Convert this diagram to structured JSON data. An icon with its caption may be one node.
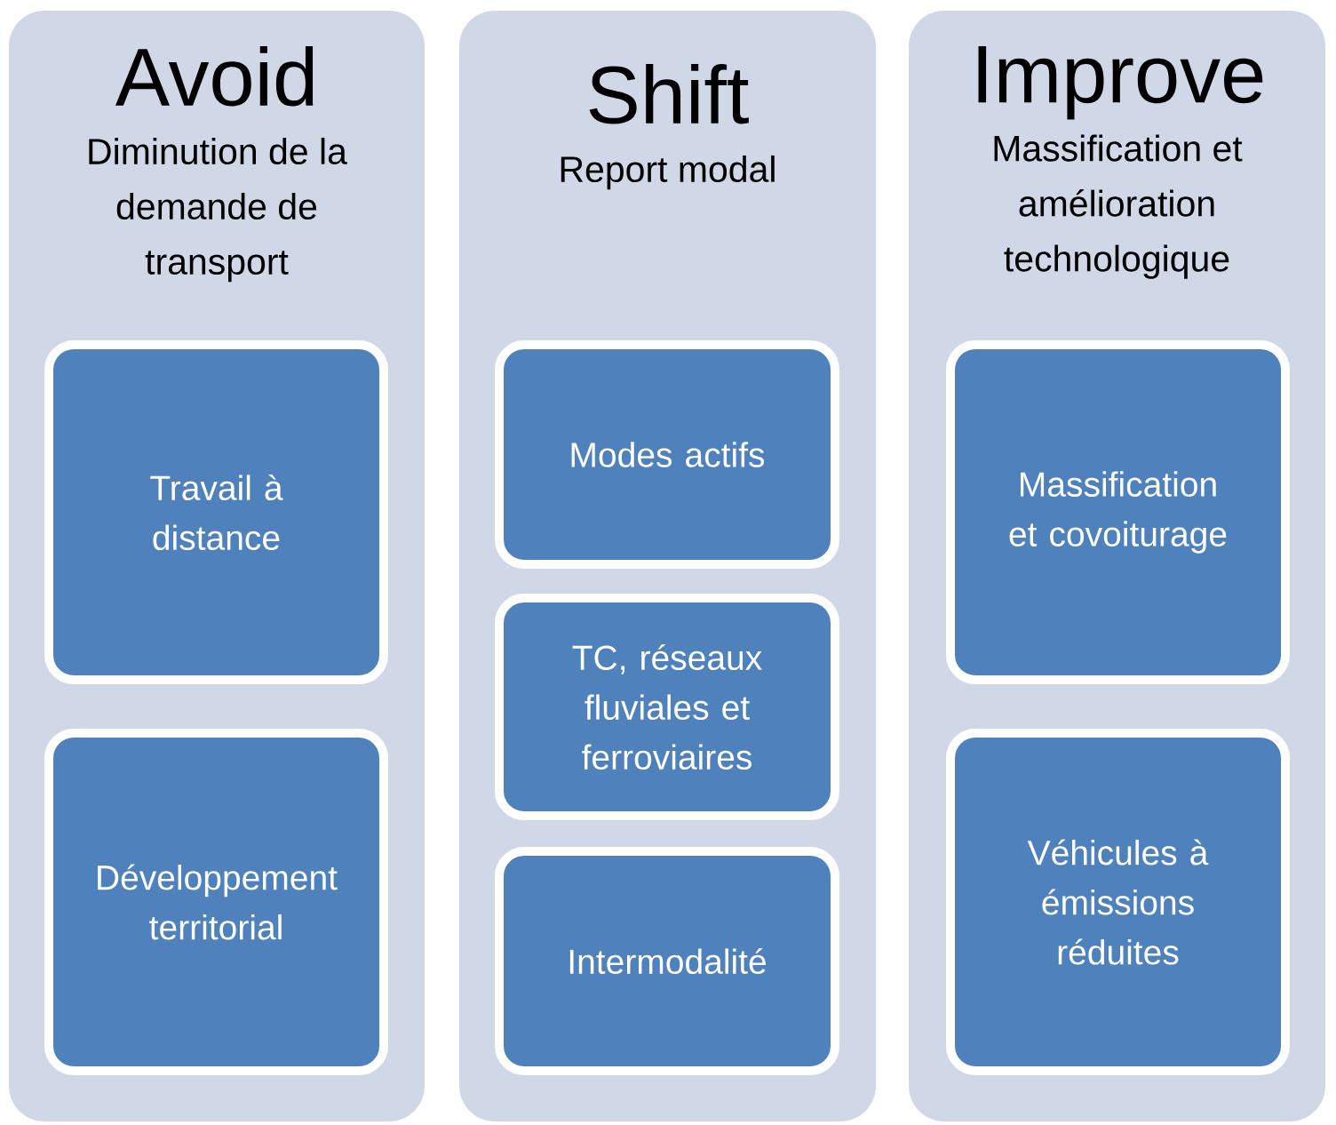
{
  "diagram": {
    "nodes": [
      {
        "text": [
          "Avoid",
          "Diminution de la demande de transport"
        ]
      },
      {
        "text": [
          "Travail à distance"
        ],
        "in": 0
      },
      {
        "text": [
          "Développement territorial"
        ],
        "in": 0
      },
      {
        "text": [
          "Shift",
          "Report modal"
        ]
      },
      {
        "text": [
          "Modes actifs"
        ],
        "in": 3
      },
      {
        "text": [
          "TC, réseaux fluviales et ferroviaires"
        ],
        "in": 3
      },
      {
        "text": [
          "Intermodalité"
        ],
        "in": 3
      },
      {
        "text": [
          "Improve",
          "Massification et amélioration technologique"
        ]
      },
      {
        "text": [
          "Massification et covoiturage"
        ],
        "in": 7
      },
      {
        "text": [
          "Véhicules à émissions réduites"
        ],
        "in": 7
      }
    ]
  }
}
